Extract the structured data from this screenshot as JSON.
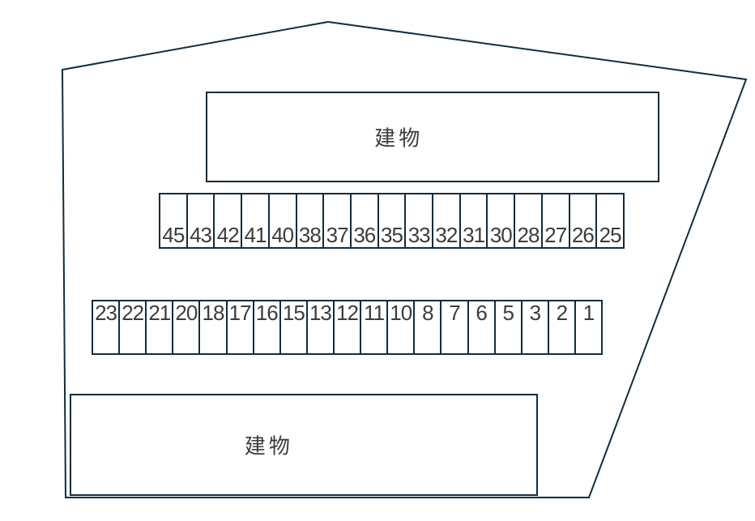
{
  "diagram": {
    "line_color": "#142c3c",
    "text_color": "#3c3c3c",
    "top_building_label": "建物",
    "bottom_building_label": "建物"
  },
  "parking": {
    "top_row": [
      "45",
      "43",
      "42",
      "41",
      "40",
      "38",
      "37",
      "36",
      "35",
      "33",
      "32",
      "31",
      "30",
      "28",
      "27",
      "26",
      "25"
    ],
    "bottom_row": [
      "23",
      "22",
      "21",
      "20",
      "18",
      "17",
      "16",
      "15",
      "13",
      "12",
      "11",
      "10",
      "8",
      "7",
      "6",
      "5",
      "3",
      "2",
      "1"
    ]
  }
}
